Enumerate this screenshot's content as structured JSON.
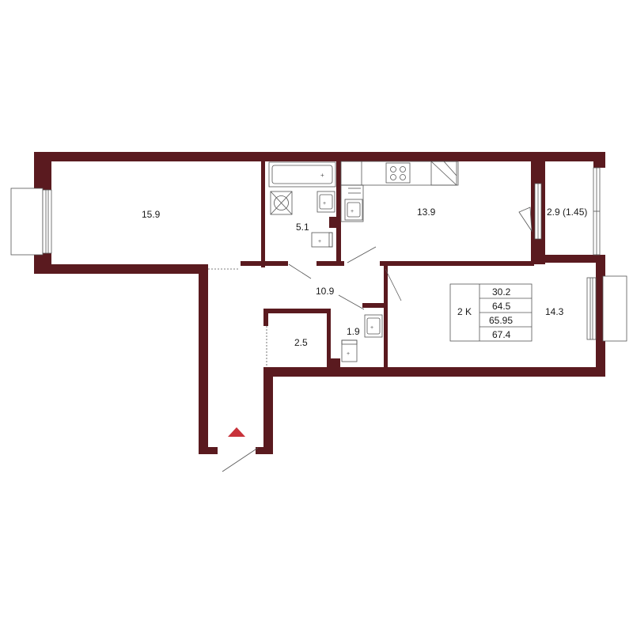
{
  "colors": {
    "wall": "#5a1a1f",
    "fixture": "#555555",
    "entrance_marker": "#c8323a",
    "background": "#ffffff"
  },
  "rooms": [
    {
      "id": "living-room",
      "area": "15.9"
    },
    {
      "id": "bathroom",
      "area": "5.1"
    },
    {
      "id": "kitchen",
      "area": "13.9"
    },
    {
      "id": "balcony",
      "area": "2.9 (1.45)"
    },
    {
      "id": "hallway",
      "area": "10.9"
    },
    {
      "id": "storage",
      "area": "2.5"
    },
    {
      "id": "toilet",
      "area": "1.9"
    },
    {
      "id": "bedroom",
      "area": "14.3"
    }
  ],
  "summary": {
    "type": "2 K",
    "values": [
      "30.2",
      "64.5",
      "65.95",
      "67.4"
    ]
  },
  "icons": [
    "entrance-arrow-icon",
    "bathtub-icon",
    "sink-icon",
    "toilet-icon",
    "stove-icon",
    "washing-machine-icon"
  ]
}
